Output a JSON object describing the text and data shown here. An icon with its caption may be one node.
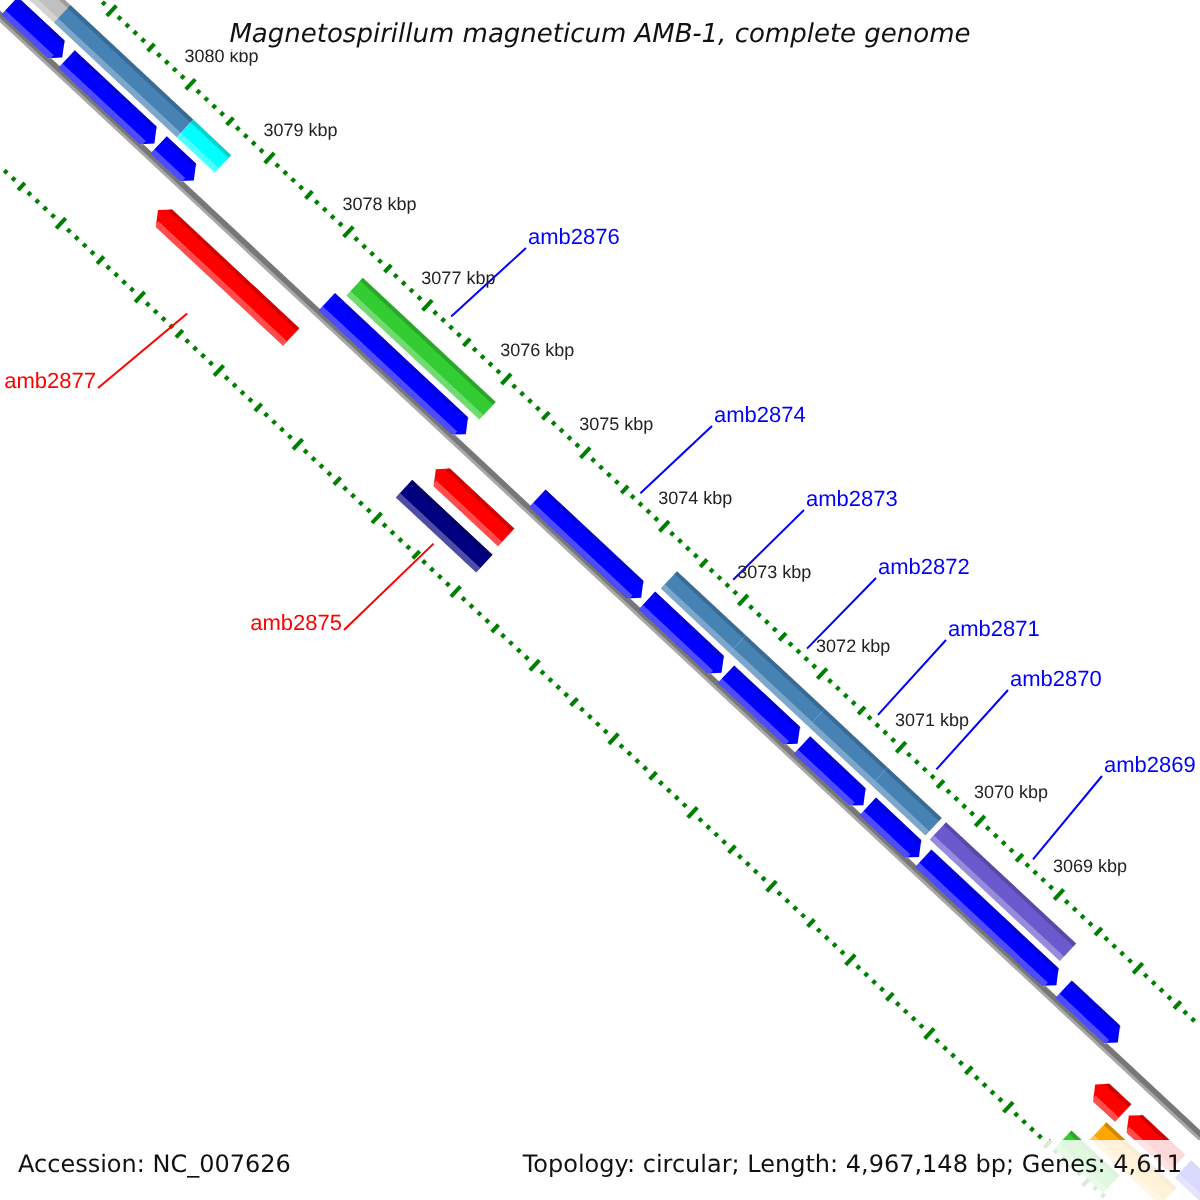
{
  "diagram": {
    "title": "Magnetospirillum magneticum AMB-1, complete genome",
    "nodes": [
      {
        "text": [
          "amb2876"
        ]
      },
      {
        "text": [
          "amb2877"
        ]
      },
      {
        "text": [
          "amb2874"
        ]
      },
      {
        "text": [
          "amb2873"
        ]
      },
      {
        "text": [
          "amb2872"
        ]
      },
      {
        "text": [
          "amb2871"
        ]
      },
      {
        "text": [
          "amb2875"
        ]
      },
      {
        "text": [
          "amb2870"
        ]
      },
      {
        "text": [
          "amb2869"
        ]
      },
      {
        "text": [],
        "shape": "bar"
      },
      {
        "text": [],
        "shape": "pentagon"
      },
      {
        "text": [],
        "shape": "bar"
      },
      {
        "text": [],
        "shape": "pentagon"
      },
      {
        "text": [],
        "shape": "pentagon"
      },
      {
        "text": [],
        "shape": "bar"
      },
      {
        "text": [],
        "shape": "pentagon"
      },
      {
        "text": [],
        "shape": "pentagon"
      },
      {
        "text": [],
        "shape": "bar"
      },
      {
        "text": [],
        "shape": "bar"
      },
      {
        "text": [],
        "shape": "pentagon"
      },
      {
        "text": [],
        "shape": "pentagon"
      },
      {
        "text": [],
        "shape": "pentagon"
      },
      {
        "text": [],
        "shape": "bar"
      },
      {
        "text": [],
        "shape": "bar"
      },
      {
        "text": [],
        "shape": "pentagon"
      },
      {
        "text": [],
        "shape": "bar"
      },
      {
        "text": [],
        "shape": "pentagon"
      },
      {
        "text": [],
        "shape": "bar"
      },
      {
        "text": [],
        "shape": "pentagon"
      },
      {
        "text": [],
        "shape": "bar"
      },
      {
        "text": [],
        "shape": "pentagon"
      },
      {
        "text": [],
        "shape": "pentagon"
      },
      {
        "text": [],
        "shape": "pentagon"
      },
      {
        "text": [],
        "shape": "bar"
      },
      {
        "text": [],
        "shape": "bar"
      },
      {
        "text": [],
        "shape": "pentagon"
      },
      {
        "text": [],
        "shape": "pentagon"
      }
    ],
    "edges": [
      {
        "from": 0,
        "to": 17,
        "arrow": "none"
      },
      {
        "from": 1,
        "to": 15,
        "arrow": "none",
        "color": "#ff0000"
      },
      {
        "from": 2,
        "to": 20,
        "arrow": "none"
      },
      {
        "from": 3,
        "to": 22,
        "arrow": "none"
      },
      {
        "from": 4,
        "to": 23,
        "arrow": "none"
      },
      {
        "from": 5,
        "to": 25,
        "arrow": "none"
      },
      {
        "from": 6,
        "to": 19,
        "arrow": "none",
        "color": "#ff0000"
      },
      {
        "from": 7,
        "to": 27,
        "arrow": "none"
      },
      {
        "from": 8,
        "to": 29,
        "arrow": "none"
      }
    ],
    "labels": [
      "3080 kbp",
      "3079 kbp",
      "3078 kbp",
      "3077 kbp",
      "3076 kbp",
      "3075 kbp",
      "3074 kbp",
      "3073 kbp",
      "3072 kbp",
      "3071 kbp",
      "3070 kbp",
      "3069 kbp",
      "Accession: NC_007626",
      "Topology: circular; Length: 4,967,148 bp; Genes: 4,611"
    ]
  }
}
